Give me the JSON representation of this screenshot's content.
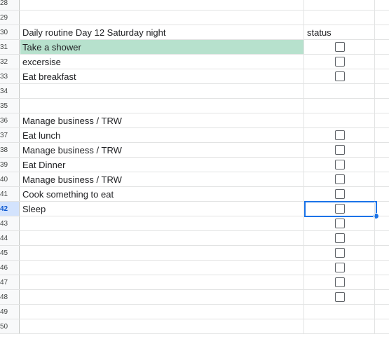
{
  "sheet": {
    "rows": [
      {
        "num": "28",
        "a": "",
        "b": "",
        "checkbox": false
      },
      {
        "num": "29",
        "a": "",
        "b": "",
        "checkbox": false
      },
      {
        "num": "30",
        "a": "Daily routine Day 12 Saturday night",
        "b": "status",
        "checkbox": false
      },
      {
        "num": "31",
        "a": "Take a shower",
        "b": "",
        "checkbox": true,
        "highlight": true
      },
      {
        "num": "32",
        "a": "excersise",
        "b": "",
        "checkbox": true
      },
      {
        "num": "33",
        "a": "Eat breakfast",
        "b": "",
        "checkbox": true
      },
      {
        "num": "34",
        "a": "",
        "b": "",
        "checkbox": false
      },
      {
        "num": "35",
        "a": "",
        "b": "",
        "checkbox": false
      },
      {
        "num": "36",
        "a": "Manage business / TRW",
        "b": "",
        "checkbox": false
      },
      {
        "num": "37",
        "a": "Eat lunch",
        "b": "",
        "checkbox": true
      },
      {
        "num": "38",
        "a": "Manage business / TRW",
        "b": "",
        "checkbox": true
      },
      {
        "num": "39",
        "a": "Eat Dinner",
        "b": "",
        "checkbox": true
      },
      {
        "num": "40",
        "a": "Manage business / TRW",
        "b": "",
        "checkbox": true
      },
      {
        "num": "41",
        "a": "Cook something to eat",
        "b": "",
        "checkbox": true
      },
      {
        "num": "42",
        "a": "Sleep",
        "b": "",
        "checkbox": true,
        "active": true
      },
      {
        "num": "43",
        "a": "",
        "b": "",
        "checkbox": true
      },
      {
        "num": "44",
        "a": "",
        "b": "",
        "checkbox": true
      },
      {
        "num": "45",
        "a": "",
        "b": "",
        "checkbox": true
      },
      {
        "num": "46",
        "a": "",
        "b": "",
        "checkbox": true
      },
      {
        "num": "47",
        "a": "",
        "b": "",
        "checkbox": true
      },
      {
        "num": "48",
        "a": "",
        "b": "",
        "checkbox": true
      },
      {
        "num": "49",
        "a": "",
        "b": "",
        "checkbox": false
      },
      {
        "num": "50",
        "a": "",
        "b": "",
        "checkbox": false
      }
    ]
  },
  "colors": {
    "highlight_fill": "#b7e1cd",
    "selection_border": "#1a73e8",
    "active_row_header": "#d3e3fd"
  }
}
